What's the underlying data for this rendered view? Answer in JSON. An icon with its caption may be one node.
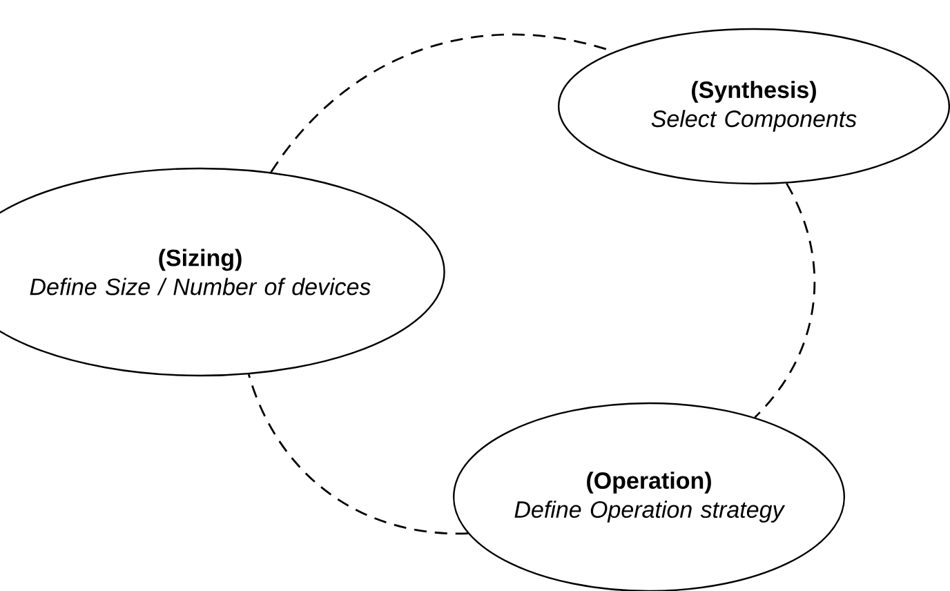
{
  "diagram": {
    "nodes": [
      {
        "text": [
          "(Synthesis)",
          "Select Components"
        ]
      },
      {
        "text": [
          "(Sizing)",
          "Define Size / Number of devices"
        ]
      },
      {
        "text": [
          "(Operation)",
          "Define Operation strategy"
        ]
      }
    ],
    "edges": [
      {
        "from": 1,
        "to": 0,
        "arrow": "none",
        "style": "dashed"
      },
      {
        "from": 0,
        "to": 2,
        "arrow": "none",
        "style": "dashed"
      },
      {
        "from": 2,
        "to": 1,
        "arrow": "none",
        "style": "dashed"
      }
    ]
  }
}
